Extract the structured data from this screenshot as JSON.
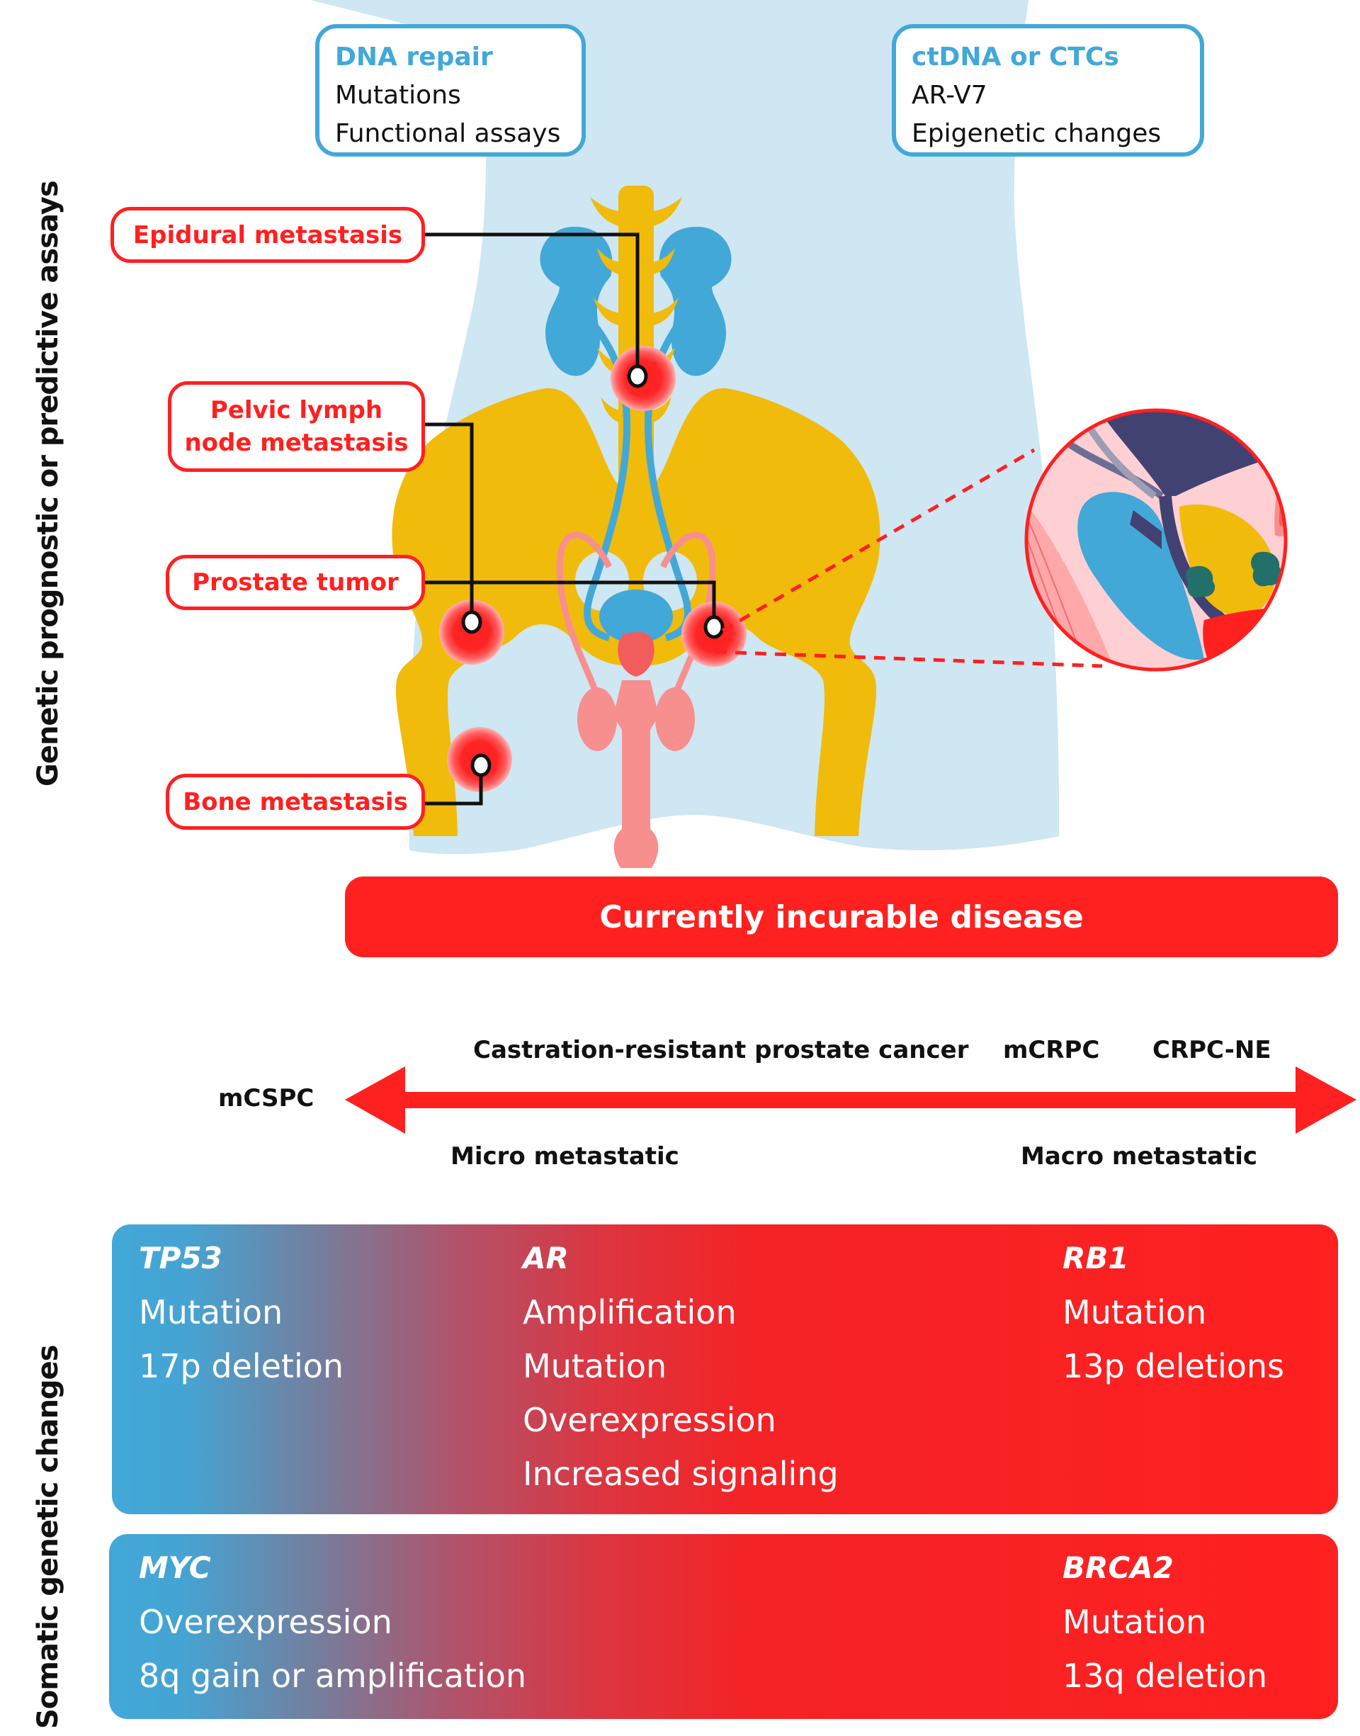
{
  "side_labels": {
    "top": "Genetic prognostic or predictive assays",
    "bottom": "Somatic genetic changes"
  },
  "assay_boxes": [
    {
      "title": "DNA repair",
      "lines": [
        "Mutations",
        "Functional assays"
      ]
    },
    {
      "title": "ctDNA or CTCs",
      "lines": [
        "AR-V7",
        "Epigenetic changes"
      ]
    }
  ],
  "metastasis_sites": [
    {
      "label": "Epidural metastasis"
    },
    {
      "label_line1": "Pelvic lymph",
      "label_line2": "node metastasis"
    },
    {
      "label": "Prostate tumor"
    },
    {
      "label": "Bone metastasis"
    }
  ],
  "banner": {
    "text": "Currently incurable disease"
  },
  "disease_axis": {
    "left_label": "mCSPC",
    "top_labels": [
      "Castration-resistant prostate cancer",
      "mCRPC",
      "CRPC-NE"
    ],
    "bottom_labels": [
      "Micro metastatic",
      "Macro metastatic"
    ]
  },
  "genetic_changes": [
    {
      "columns": [
        {
          "gene": "TP53",
          "changes": [
            "Mutation",
            "17p deletion"
          ]
        },
        {
          "gene": "AR",
          "changes": [
            "Amplification",
            "Mutation",
            "Overexpression",
            "Increased signaling"
          ]
        },
        {
          "gene": "RB1",
          "changes": [
            "Mutation",
            "13p deletions"
          ]
        }
      ]
    },
    {
      "columns": [
        {
          "gene": "MYC",
          "changes": [
            "Overexpression",
            "8q gain or amplification"
          ]
        },
        {
          "gene": "BRCA2",
          "changes": [
            "Mutation",
            "13q deletion"
          ]
        }
      ]
    }
  ],
  "colors": {
    "accent_red": "#ff2020",
    "accent_blue": "#42a8d8",
    "body_blue": "#cfe6f3",
    "bone_yellow": "#f0bb0a",
    "organ_pink": "#f78f8f",
    "tissue_navy": "#424272",
    "tumor_green": "#23706a"
  }
}
